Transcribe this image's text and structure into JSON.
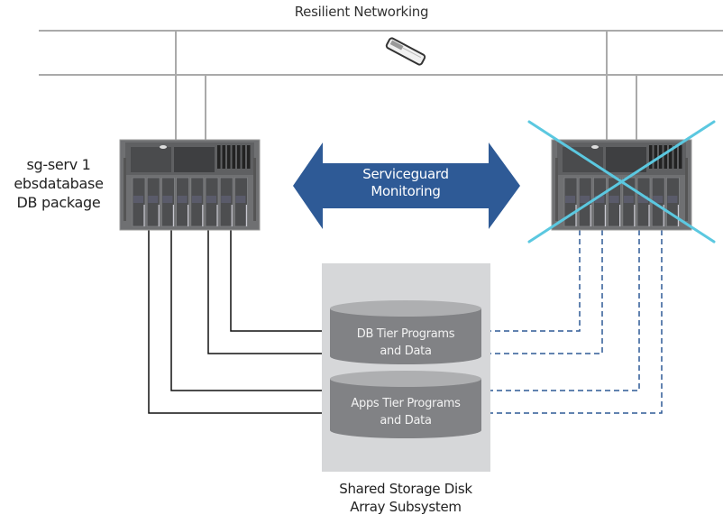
{
  "title": "Resilient Networking",
  "network_switch": {
    "icon": "network-switch-icon"
  },
  "primary_server": {
    "label_lines": [
      "sg-serv 1",
      "ebsdatabase",
      "DB package"
    ],
    "icon": "server-icon",
    "status": "active"
  },
  "secondary_server": {
    "icon": "server-icon",
    "status": "failed",
    "failure_mark": "x-mark-icon"
  },
  "monitoring_arrow": {
    "label_lines": [
      "Serviceguard",
      "Monitoring"
    ],
    "icon": "double-arrow-icon"
  },
  "storage": {
    "db_tier_lines": [
      "DB Tier Programs",
      "and Data"
    ],
    "apps_tier_lines": [
      "Apps Tier Programs",
      "and Data"
    ],
    "label_lines": [
      "Shared Storage Disk",
      "Array Subsystem"
    ]
  },
  "colors": {
    "arrow": "#2e5a96",
    "failure_x": "#5bc8e0",
    "dashed_link": "#2e5a96",
    "storage_box": "#d6d7d9",
    "cylinder_body": "#818285",
    "cylinder_top": "#aeafb1",
    "network_line": "#aaaaaa"
  }
}
